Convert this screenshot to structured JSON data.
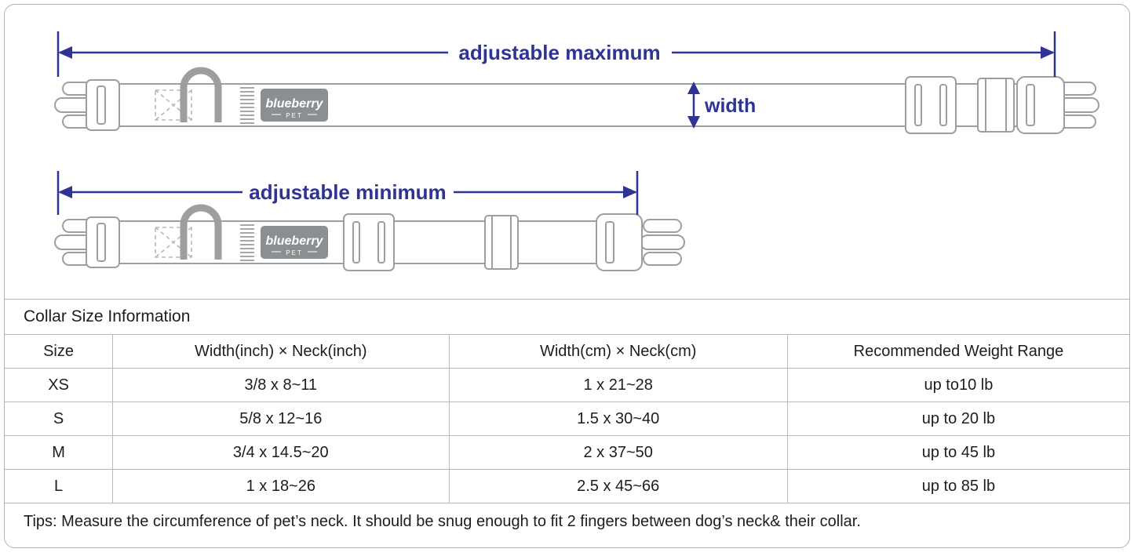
{
  "diagram": {
    "max_label": "adjustable maximum",
    "min_label": "adjustable minimum",
    "width_label": "width",
    "brand": "blueberry",
    "brand_sub": "PET",
    "accent_color": "#2d3494",
    "collar_color": "#9e9e9e"
  },
  "table": {
    "title": "Collar Size Information",
    "headers": [
      "Size",
      "Width(inch)  ×  Neck(inch)",
      "Width(cm)  ×  Neck(cm)",
      "Recommended Weight Range"
    ],
    "rows": [
      [
        "XS",
        "3/8 x 8~11",
        "1 x 21~28",
        "up to10 lb"
      ],
      [
        "S",
        "5/8 x 12~16",
        "1.5 x 30~40",
        "up to 20 lb"
      ],
      [
        "M",
        "3/4 x 14.5~20",
        "2 x 37~50",
        "up to 45 lb"
      ],
      [
        "L",
        "1 x 18~26",
        "2.5 x 45~66",
        "up to 85 lb"
      ]
    ],
    "tips": "Tips: Measure the circumference of pet’s neck. It should be snug enough to fit 2 fingers between dog’s neck& their collar."
  }
}
